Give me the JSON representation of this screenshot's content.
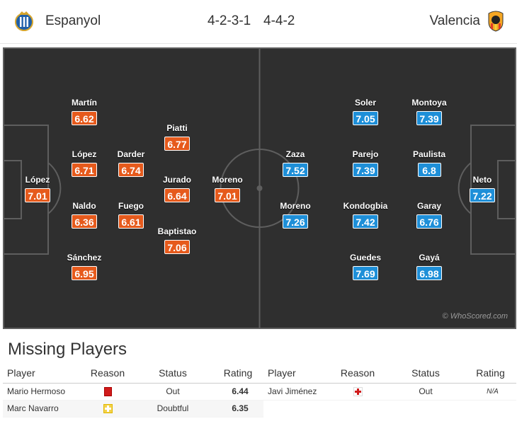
{
  "header": {
    "home_team": "Espanyol",
    "away_team": "Valencia",
    "home_formation": "4-2-3-1",
    "away_formation": "4-4-2"
  },
  "home_players": [
    {
      "name": "López",
      "rating": "7.01"
    },
    {
      "name": "Martín",
      "rating": "6.62"
    },
    {
      "name": "López",
      "rating": "6.71"
    },
    {
      "name": "Naldo",
      "rating": "6.36"
    },
    {
      "name": "Sánchez",
      "rating": "6.95"
    },
    {
      "name": "Darder",
      "rating": "6.74"
    },
    {
      "name": "Fuego",
      "rating": "6.61"
    },
    {
      "name": "Piatti",
      "rating": "6.77"
    },
    {
      "name": "Jurado",
      "rating": "6.64"
    },
    {
      "name": "Baptistao",
      "rating": "7.06"
    },
    {
      "name": "Moreno",
      "rating": "7.01"
    }
  ],
  "away_players": [
    {
      "name": "Neto",
      "rating": "7.22"
    },
    {
      "name": "Montoya",
      "rating": "7.39"
    },
    {
      "name": "Paulista",
      "rating": "6.8"
    },
    {
      "name": "Garay",
      "rating": "6.76"
    },
    {
      "name": "Gayá",
      "rating": "6.98"
    },
    {
      "name": "Soler",
      "rating": "7.05"
    },
    {
      "name": "Parejo",
      "rating": "7.39"
    },
    {
      "name": "Kondogbia",
      "rating": "7.42"
    },
    {
      "name": "Guedes",
      "rating": "7.69"
    },
    {
      "name": "Zaza",
      "rating": "7.52"
    },
    {
      "name": "Moreno",
      "rating": "7.26"
    }
  ],
  "watermark": "© WhoScored.com",
  "missing": {
    "title": "Missing Players",
    "headers": {
      "player": "Player",
      "reason": "Reason",
      "status": "Status",
      "rating": "Rating"
    },
    "home": [
      {
        "player": "Mario Hermoso",
        "reason_icon": "red-card-icon",
        "status": "Out",
        "rating": "6.44"
      },
      {
        "player": "Marc Navarro",
        "reason_icon": "doubtful-icon",
        "status": "Doubtful",
        "rating": "6.35"
      }
    ],
    "away": [
      {
        "player": "Javi Jiménez",
        "reason_icon": "injury-icon",
        "status": "Out",
        "rating": "N/A"
      }
    ]
  },
  "colors": {
    "home_rating": "#e65a1c",
    "away_rating": "#1e8fd8",
    "pitch": "#2f2f2f"
  }
}
